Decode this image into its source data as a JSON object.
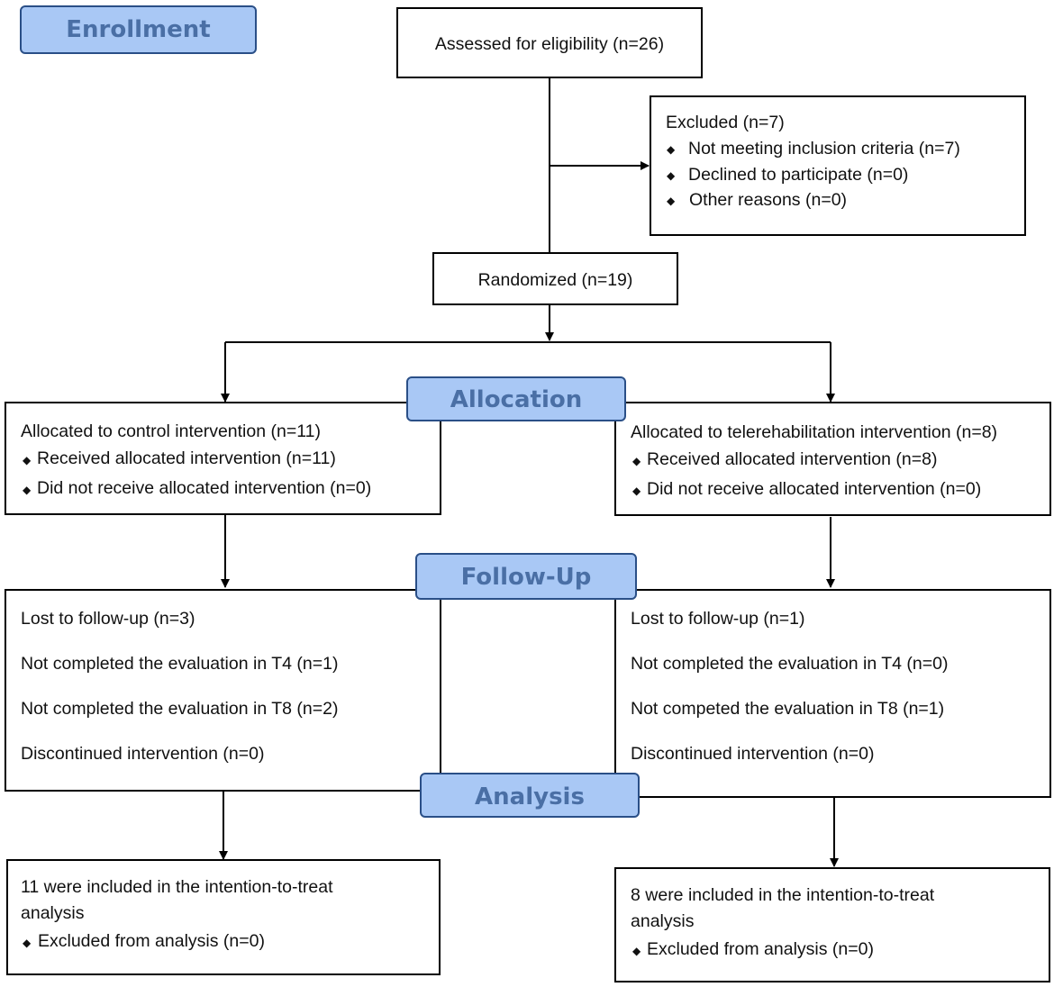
{
  "stages": {
    "enrollment": "Enrollment",
    "allocation": "Allocation",
    "follow_up": "Follow-Up",
    "analysis": "Analysis"
  },
  "assessed": "Assessed for eligibility (n=26)",
  "excluded": {
    "title": "Excluded  (n=7)",
    "items": [
      "Not meeting inclusion criteria (n=7)",
      "Declined to participate (n=0)",
      "Other reasons (n=0)"
    ]
  },
  "randomized": "Randomized (n=19)",
  "allocation": {
    "control": {
      "title": "Allocated to control intervention (n=11)",
      "items": [
        "Received allocated intervention (n=11)",
        "Did not receive allocated intervention (n=0)"
      ]
    },
    "tele": {
      "title": "Allocated to telerehabilitation intervention (n=8)",
      "items": [
        "Received allocated intervention (n=8)",
        "Did not receive allocated intervention (n=0)"
      ]
    }
  },
  "followup": {
    "control": [
      "Lost to follow-up (n=3)",
      "Not completed the evaluation in T4 (n=1)",
      "Not completed the evaluation in T8 (n=2)",
      "Discontinued intervention (n=0)"
    ],
    "tele": [
      "Lost to follow-up (n=1)",
      "Not completed the evaluation in T4 (n=0)",
      "Not competed the evaluation in T8 (n=1)",
      "Discontinued intervention (n=0)"
    ]
  },
  "analysis": {
    "control": {
      "line1": "11 were included in the intention-to-treat",
      "line2": "analysis",
      "item": "Excluded from analysis (n=0)"
    },
    "tele": {
      "line1": "8 were included in the intention-to-treat",
      "line2": "analysis",
      "item": "Excluded from analysis (n=0)"
    }
  },
  "bullet_glyph": "◆",
  "colors": {
    "stage_fill": "#a9c8f5",
    "stage_border": "#2a4f87",
    "stage_text": "#4a6fa5",
    "box_border": "#000000"
  }
}
